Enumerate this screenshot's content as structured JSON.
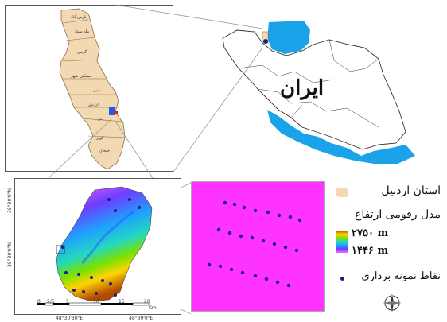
{
  "province_map": {
    "counties": [
      "پارس آباد",
      "بیله سوار",
      "گرمی",
      "مشکین شهر",
      "نمین",
      "اردبیل",
      "نیر",
      "کوثر",
      "خلخال"
    ]
  },
  "iran_map": {
    "label": "ایران",
    "colors": {
      "sea": "#1aa3e8",
      "land": "#ffffff",
      "province": "#f3d9b1"
    }
  },
  "dem_map": {
    "lat_top": "38°30'0\"N",
    "lat_bottom": "38°30'0\"N",
    "lon_left": "48°30'30\"E",
    "lon_right": "48°39'0\"E",
    "scale_ticks": [
      "0",
      "2/5",
      "5",
      "10",
      "15",
      "20"
    ],
    "scale_unit": "Km"
  },
  "legend": {
    "province": "استان اردبیل",
    "dem_title": "مدل رقومی ارتفاع",
    "dem_max": "۲۷۵۰ m",
    "dem_min": "۱۴۴۶ m",
    "sample_points": "نقاط نمونه برداری",
    "colors": {
      "province": "#f3d9b1",
      "point": "#1c1c8c",
      "zoom_fill": "#ff33ff"
    }
  },
  "icons": {
    "north_arrow": "compass-rose-icon"
  }
}
